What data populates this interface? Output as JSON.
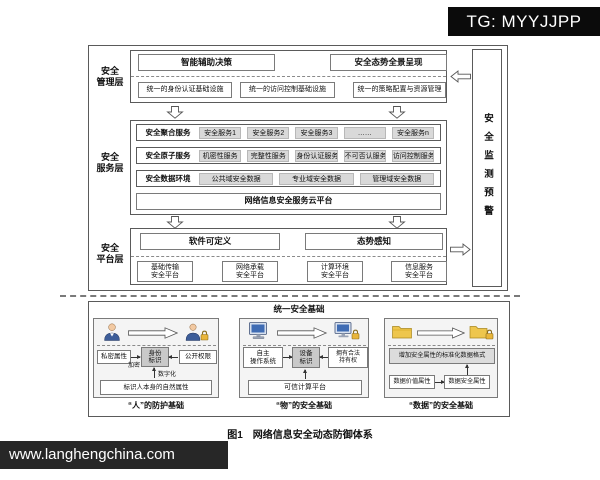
{
  "watermark_top": "TG: MYYJJPP",
  "watermark_bottom": "www.langhengchina.com",
  "figure_caption": "图1　网络信息安全动态防御体系",
  "monitor": {
    "label": "安全监测预警"
  },
  "management": {
    "layer_label": "安全\n管理层",
    "decision_box": "智能辅助决策",
    "situation_box": "安全态势全景呈现",
    "infra_boxes": [
      "统一的身份认证基础设施",
      "统一的访问控制基础设施",
      "统一的策略配置与资源管理"
    ]
  },
  "service": {
    "layer_label": "安全\n服务层",
    "rows": [
      {
        "label": "安全聚合服务",
        "items": [
          "安全服务1",
          "安全服务2",
          "安全服务3",
          "……",
          "安全服务n"
        ]
      },
      {
        "label": "安全原子服务",
        "items": [
          "机密性服务",
          "完整性服务",
          "身份认证服务",
          "不可否认服务",
          "访问控制服务"
        ]
      },
      {
        "label": "安全数据环境",
        "items": [
          "公共域安全数据",
          "专业域安全数据",
          "管理域安全数据"
        ]
      }
    ],
    "cloud_bar": "网络信息安全服务云平台"
  },
  "platform": {
    "layer_label": "安全\n平台层",
    "sdn_box": "软件可定义",
    "awareness_box": "态势感知",
    "platforms": [
      "基础传输\n安全平台",
      "网络承载\n安全平台",
      "计算环境\n安全平台",
      "信息服务\n安全平台"
    ]
  },
  "foundation": {
    "title": "统一安全基础",
    "human": {
      "left": "私密属性",
      "encrypt_label": "加密",
      "center": "身份\n标识",
      "right": "公开权限",
      "digitize_label": "数字化",
      "bottom": "标识人本身的自然属性",
      "caption": "“人”的防护基础"
    },
    "thing": {
      "left": "自主\n操作系统",
      "center": "设备\n标识",
      "right": "拥有合法\n持有权",
      "bottom": "可信计算平台",
      "caption": "“物”的安全基础"
    },
    "data": {
      "top": "增加安全属性的标准化数据格式",
      "left": "数据价值属性",
      "right": "数据安全属性",
      "caption": "“数据”的安全基础"
    }
  }
}
